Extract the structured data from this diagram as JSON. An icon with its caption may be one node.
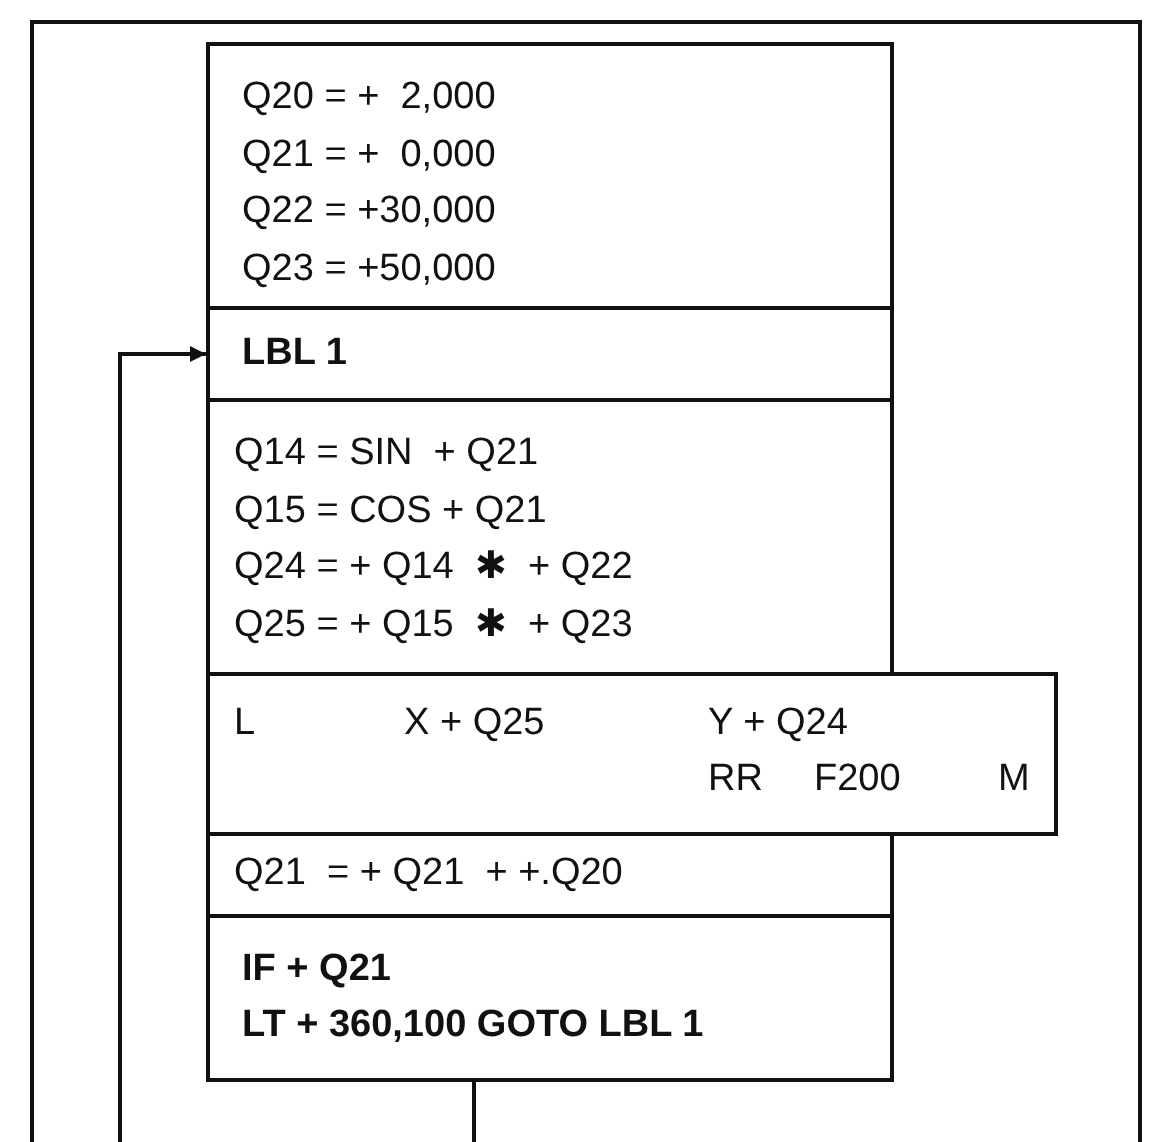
{
  "diagram": {
    "nodes": [
      {
        "text": [
          "Q20 = +  2,000",
          "Q21 = +  0,000",
          "Q22 = +30,000",
          "Q23 = +50,000"
        ]
      },
      {
        "text": [
          "LBL 1"
        ]
      },
      {
        "text": [
          "Q14 = SIN  + Q21",
          "Q15 = COS + Q21",
          "Q24 = + Q14  ✱  + Q22",
          "Q25 = + Q15  ✱  + Q23"
        ]
      },
      {
        "text": [
          "L",
          "X + Q25",
          "Y + Q24",
          "RR",
          "F200",
          "M"
        ]
      },
      {
        "text": [
          "Q21  = + Q21  + +.Q20"
        ]
      },
      {
        "text": [
          "IF + Q21",
          "LT + 360,100 GOTO LBL 1"
        ]
      }
    ],
    "edges": [
      {
        "from": null,
        "to": 1,
        "arrow": "to"
      },
      {
        "from": 5,
        "to": null,
        "arrow": "none"
      }
    ]
  }
}
